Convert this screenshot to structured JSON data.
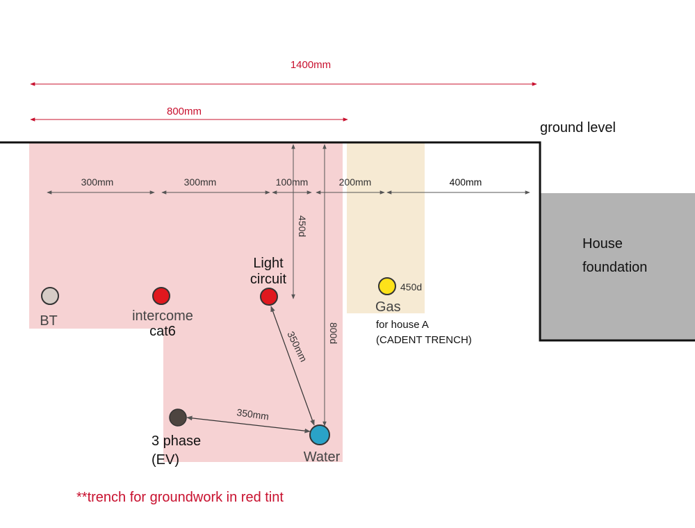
{
  "dimensions": {
    "overall": "1400mm",
    "trench_width": "800mm",
    "sp1": "300mm",
    "sp2": "300mm",
    "sp3": "100mm",
    "sp4": "200mm",
    "sp5": "400mm",
    "depth_light": "450d",
    "depth_water": "800d",
    "depth_gas": "450d",
    "light_to_water": "350mm",
    "ev_to_water": "350mm"
  },
  "labels": {
    "ground_level": "ground level",
    "house_line1": "House",
    "house_line2": "foundation",
    "bt": "BT",
    "intercom_line1": "intercome",
    "intercom_line2": "cat6",
    "light_line1": "Light",
    "light_line2": "circuit",
    "gas": "Gas",
    "gas_note1": "for house A",
    "gas_note2": "(CADENT TRENCH)",
    "ev_line1": "3 phase",
    "ev_line2": "(EV)",
    "water": "Water",
    "footnote": "**trench for groundwork in red tint"
  },
  "colors": {
    "trench_tint": "#f6d2d3",
    "cadent_tint": "#f6ead3",
    "dimension_red": "#c8102e",
    "house": "#b3b3b3",
    "bt": "#d6ccc6",
    "intercom": "#e0181e",
    "light": "#e0181e",
    "gas": "#fde21a",
    "ev": "#4d4540",
    "water": "#2aa3c8"
  }
}
